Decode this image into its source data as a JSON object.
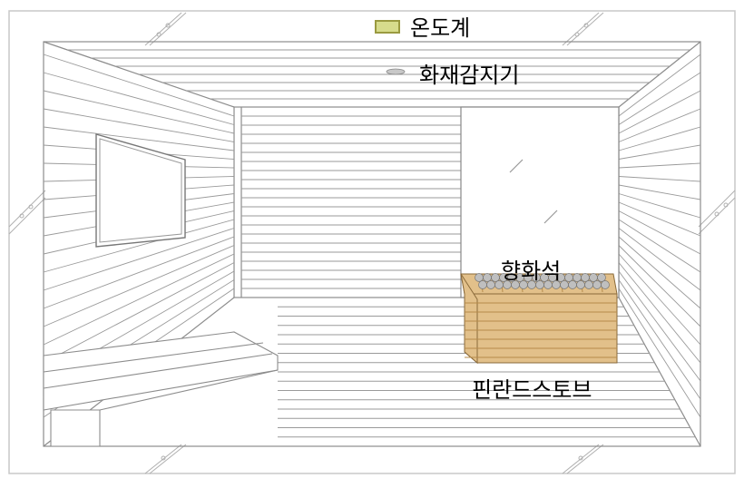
{
  "labels": {
    "thermometer": "온도계",
    "fire_detector": "화재감지기",
    "sauna_stones": "향화석",
    "finnish_stove": "핀란드스토브"
  },
  "icons": {
    "thermometer": "thermometer-icon",
    "fire_detector": "smoke-detector-icon"
  },
  "colors": {
    "thermometer_fill": "#d7dc8c",
    "thermometer_border": "#9a9a40",
    "stove_wood": "#e2c08a",
    "stove_wood_dark": "#b58a4a",
    "stone": "#bfbfbf",
    "line": "#8c8c8c"
  }
}
